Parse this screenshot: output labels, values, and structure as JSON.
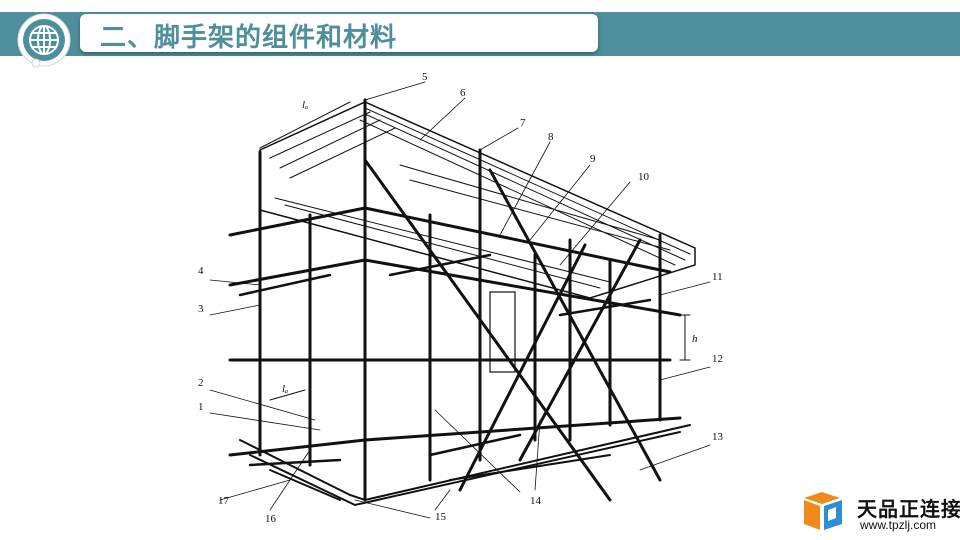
{
  "header": {
    "title": "二、脚手架的组件和材料",
    "accent_color": "#4e8f9c",
    "icon": "globe-icon"
  },
  "diagram": {
    "callouts": [
      "1",
      "2",
      "3",
      "4",
      "5",
      "6",
      "7",
      "8",
      "9",
      "10",
      "11",
      "12",
      "13",
      "14",
      "15",
      "16",
      "17"
    ],
    "dimension_labels": {
      "span_top": "lₐ",
      "span_bottom": "lₐ",
      "height": "h"
    }
  },
  "branding": {
    "name": "天品正连接",
    "url": "www.tpzlj.com",
    "icon": "cube-logo-icon",
    "colors": [
      "#f08a1c",
      "#2a8fd6"
    ]
  }
}
